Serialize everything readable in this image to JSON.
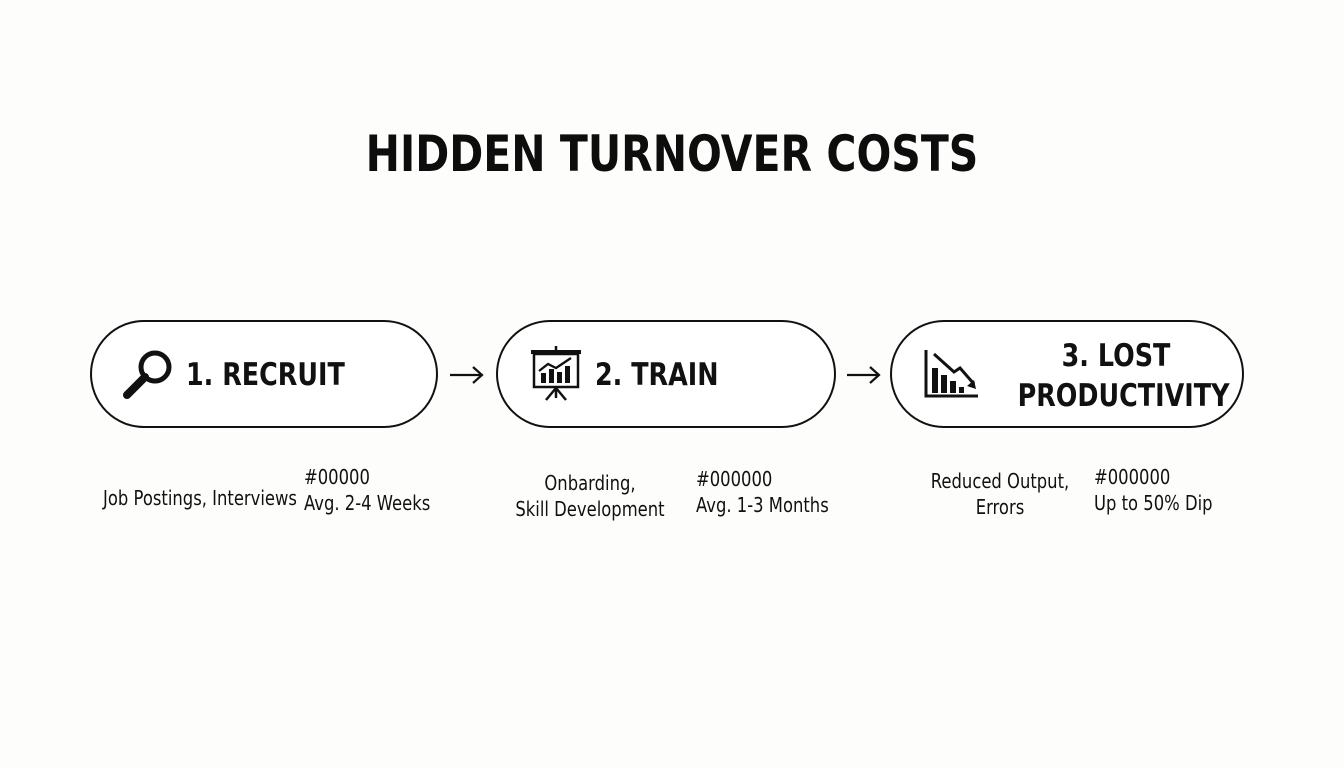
{
  "title": "HIDDEN TURNOVER COSTS",
  "steps": [
    {
      "label": "1. RECRUIT",
      "icon": "magnifying-glass-icon",
      "description": [
        "Job Postings, Interviews"
      ],
      "stat_code": "#00000",
      "stat_value": "Avg. 2-4 Weeks"
    },
    {
      "label": "2. TRAIN",
      "icon": "presentation-board-icon",
      "description": [
        "Onbarding,",
        "Skill Development"
      ],
      "stat_code": "#000000",
      "stat_value": "Avg. 1-3 Months"
    },
    {
      "label_lines": [
        "3. LOST",
        "PRODUCTIVITY"
      ],
      "icon": "declining-chart-icon",
      "description": [
        "Reduced Output,",
        "Errors"
      ],
      "stat_code": "#000000",
      "stat_value": "Up to 50% Dip"
    }
  ],
  "connectors": [
    "arrow-right-icon",
    "arrow-right-icon"
  ],
  "colors": {
    "background": "#fdfdfc",
    "stroke": "#111111",
    "text": "#111111"
  }
}
